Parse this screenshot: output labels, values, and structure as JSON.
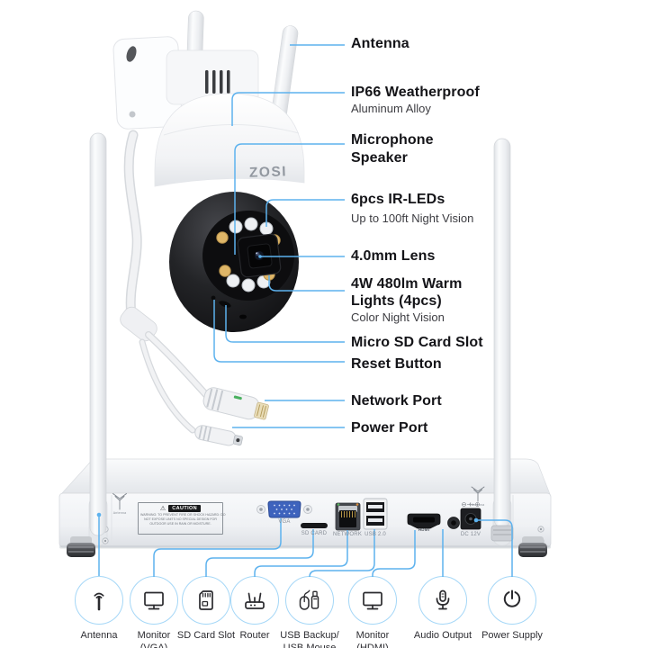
{
  "illustration": {
    "camera_logo": "ZOSI",
    "callouts": {
      "antenna": {
        "title": "Antenna"
      },
      "weatherproof": {
        "title": "IP66 Weatherproof",
        "subtitle": "Aluminum Alloy"
      },
      "microphone": {
        "title": "Microphone"
      },
      "speaker": {
        "title": "Speaker"
      },
      "ir_leds": {
        "title": "6pcs IR-LEDs",
        "subtitle": "Up to 100ft Night Vision"
      },
      "lens": {
        "title": "4.0mm Lens"
      },
      "warm_lights": {
        "title": "4W 480lm Warm Lights (4pcs)",
        "subtitle": "Color Night Vision"
      },
      "sd_slot": {
        "title": "Micro SD Card Slot"
      },
      "reset": {
        "title": "Reset Button"
      },
      "network_port": {
        "title": "Network Port"
      },
      "power_port": {
        "title": "Power Port"
      }
    },
    "nvr": {
      "caution_heading": "CAUTION",
      "caution_line1": "WARNING: TO PREVENT FIRE OR SHOCK HAZARD: DO",
      "caution_line2": "NOT EXPOSE UNITS NO SPECIAL DESIGN FOR",
      "caution_line3": "OUTDOOR USE IN RAIN OR MOISTURE.",
      "antenna_label": "Antenna",
      "ports": {
        "vga": "VGA",
        "sd": "SD CARD",
        "network": "NETWORK",
        "usb": "USB 2.0",
        "hdmi": "HDMI",
        "dc": "DC 12V"
      }
    },
    "legend": [
      {
        "icon": "antenna-icon",
        "line1": "Antenna",
        "line2": ""
      },
      {
        "icon": "monitor-icon",
        "line1": "Monitor",
        "line2": "(VGA)"
      },
      {
        "icon": "sd-card-icon",
        "line1": "SD Card Slot",
        "line2": ""
      },
      {
        "icon": "router-icon",
        "line1": "Router",
        "line2": ""
      },
      {
        "icon": "usb-mouse-icon",
        "line1": "USB Backup/",
        "line2": "USB Mouse"
      },
      {
        "icon": "monitor-icon",
        "line1": "Monitor",
        "line2": "(HDMI)"
      },
      {
        "icon": "microphone-icon",
        "line1": "Audio Output",
        "line2": ""
      },
      {
        "icon": "power-icon",
        "line1": "Power Supply",
        "line2": ""
      }
    ],
    "colors": {
      "callout_line": "#5db2ee",
      "legend_circle_border": "#a5d7f7",
      "vga_port_blue": "#3e63bd",
      "warm_led": "#dfb668",
      "camera_black": "#141416",
      "nvr_body": "#f2f4f6"
    }
  }
}
